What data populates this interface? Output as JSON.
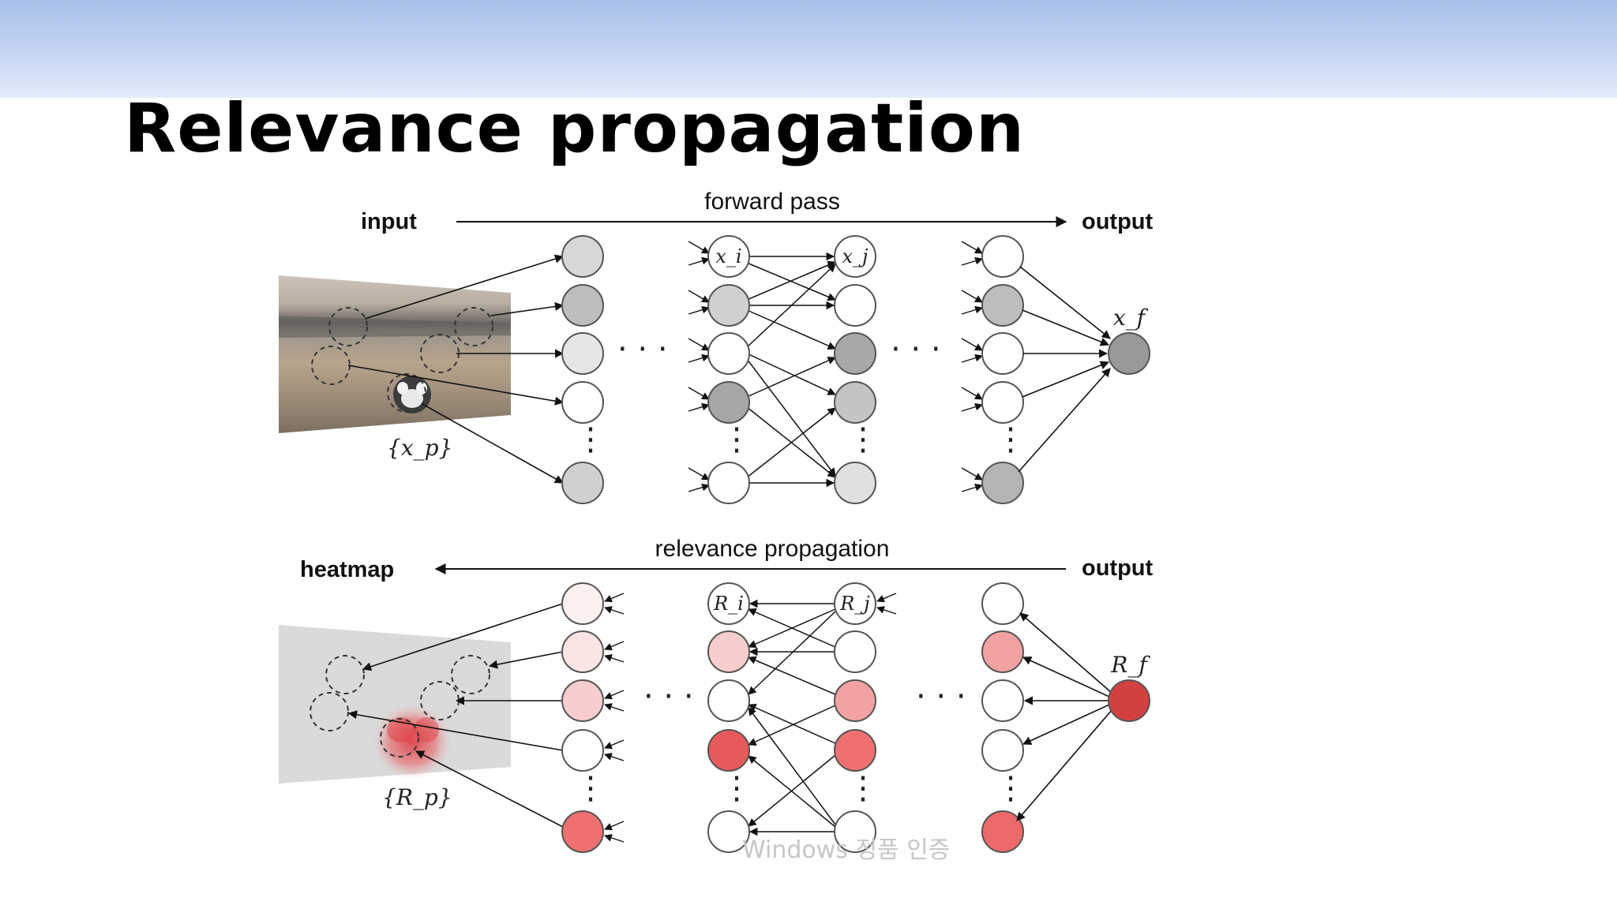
{
  "slide": {
    "title": "Relevance propagation",
    "watermark": "Windows 정품 인증"
  },
  "diagram": {
    "forward": {
      "left_label": "input",
      "arrow_label": "forward pass",
      "right_label": "output",
      "pixel_set": "{x_p}",
      "node_i": "x_i",
      "node_j": "x_j",
      "node_f": "x_f"
    },
    "backward": {
      "left_label": "heatmap",
      "arrow_label": "relevance propagation",
      "right_label": "output",
      "pixel_set": "{R_p}",
      "node_i": "R_i",
      "node_j": "R_j",
      "node_f": "R_f"
    },
    "colors": {
      "node_stroke": "#555555",
      "forward_shades": [
        "#d7d7d7",
        "#bdbdbd",
        "#e6e6e6",
        "#ffffff",
        "#a6a6a6",
        "#999999"
      ],
      "relevance_shades": [
        "#fdf0f0",
        "#f8cdcd",
        "#f2a2a2",
        "#e85a5a",
        "#d24040",
        "#ffffff"
      ],
      "heatmap_red": "#e0393f"
    }
  }
}
